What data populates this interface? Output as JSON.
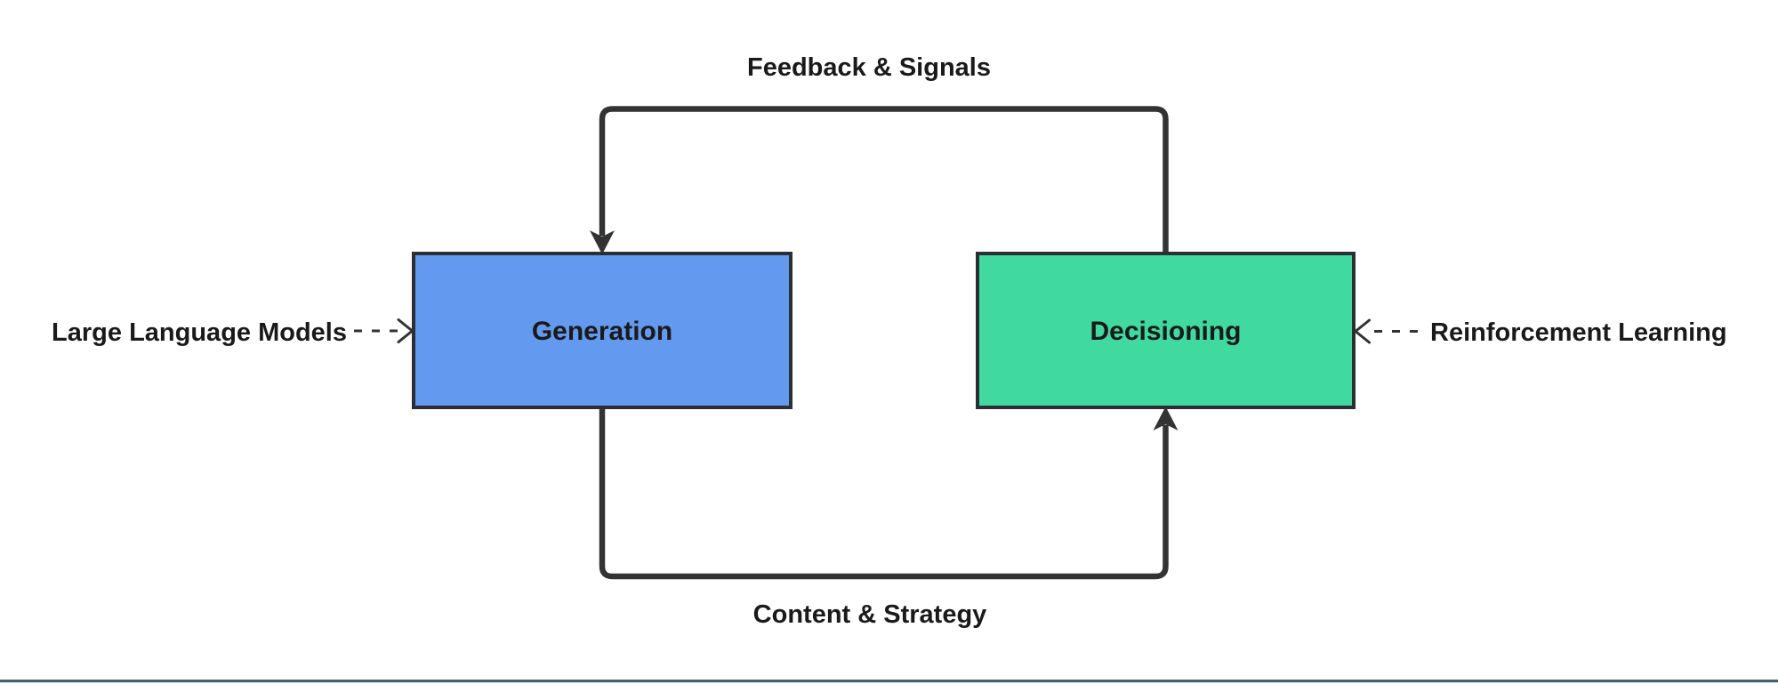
{
  "diagram": {
    "type": "flowchart",
    "nodes": {
      "generation": {
        "label": "Generation",
        "fill": "#639af0"
      },
      "decisioning": {
        "label": "Decisioning",
        "fill": "#40d9a0"
      }
    },
    "edges": {
      "feedback": {
        "label": "Feedback & Signals",
        "from": "Decisioning",
        "to": "Generation",
        "style": "solid"
      },
      "content": {
        "label": "Content & Strategy",
        "from": "Generation",
        "to": "Decisioning",
        "style": "solid"
      },
      "llm": {
        "label": "Large Language Models",
        "to": "Generation",
        "style": "dashed"
      },
      "rl": {
        "label": "Reinforcement Learning",
        "to": "Decisioning",
        "style": "dashed"
      }
    },
    "colors": {
      "background": "#ffffff",
      "edge_stroke": "#333333",
      "node_border": "#2b2f33",
      "text": "#1a1a1a",
      "bottom_bar": "#44626d"
    }
  }
}
